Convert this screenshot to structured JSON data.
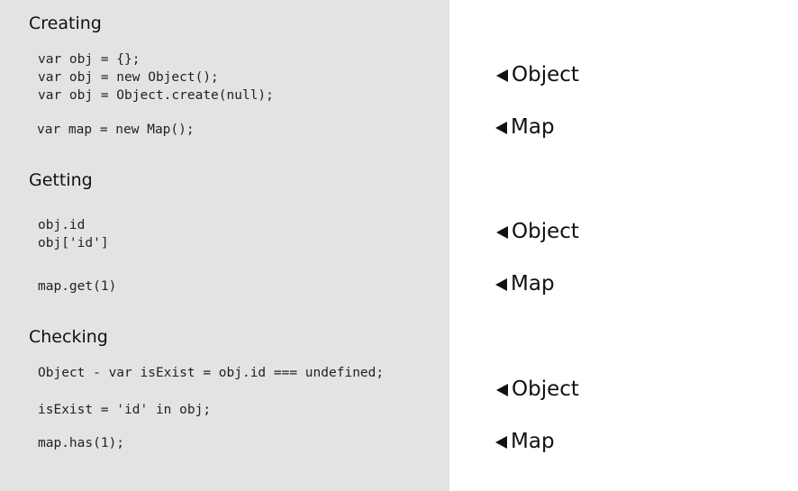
{
  "sections": [
    {
      "heading": "Creating",
      "object_code": [
        "var obj = {};",
        "var obj = new Object();",
        "var obj = Object.create(null);"
      ],
      "map_code": [
        "var map = new Map();"
      ]
    },
    {
      "heading": "Getting",
      "object_code": [
        "obj.id",
        "obj['id']"
      ],
      "map_code": [
        "map.get(1)"
      ]
    },
    {
      "heading": "Checking",
      "object_code": [
        "Object - var isExist = obj.id === undefined;",
        "isExist = 'id' in obj;"
      ],
      "map_code": [
        "map.has(1);"
      ]
    }
  ],
  "labels": {
    "object": "Object",
    "map": "Map"
  },
  "icons": {
    "pointer": "left-triangle-arrow-icon"
  },
  "colors": {
    "panel_background": "#e3e3e3",
    "page_background": "#ffffff",
    "text": "#111111"
  }
}
